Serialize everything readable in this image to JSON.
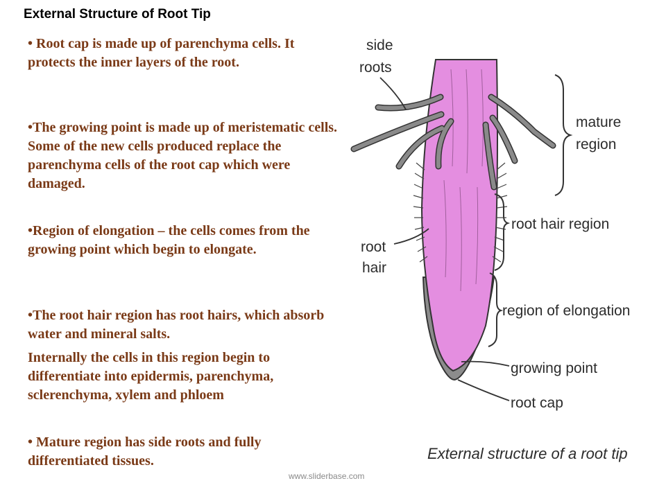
{
  "slide": {
    "title": "External Structure of Root Tip",
    "bullets": [
      "• Root cap is made up of parenchyma cells. It protects the inner layers of the root.",
      "•The growing point is made up of meristematic cells.  Some of the new cells produced replace the parenchyma cells of the root cap which were damaged.",
      "•Region of elongation – the cells comes from the growing point which begin to elongate.",
      "•The root hair region has root hairs, which absorb water and mineral salts.",
      "Internally the cells in this region begin to differentiate into epidermis, parenchyma, sclerenchyma, xylem and phloem",
      "• Mature region has side roots and fully differentiated  tissues."
    ],
    "watermark": "www.sliderbase.com"
  },
  "diagram": {
    "labels": {
      "side_roots_1": "side",
      "side_roots_2": "roots",
      "mature_region_1": "mature",
      "mature_region_2": "region",
      "root_hair_region": "root hair region",
      "root_hair_1": "root",
      "root_hair_2": "hair",
      "region_of_elongation": "region of elongation",
      "growing_point": "growing point",
      "root_cap": "root cap"
    },
    "caption": "External structure of a root tip",
    "colors": {
      "root_body": "#e48ee0",
      "root_cap": "#8c8c8c",
      "side_root": "#7a7a7a",
      "text_brown": "#7a3a17"
    }
  }
}
